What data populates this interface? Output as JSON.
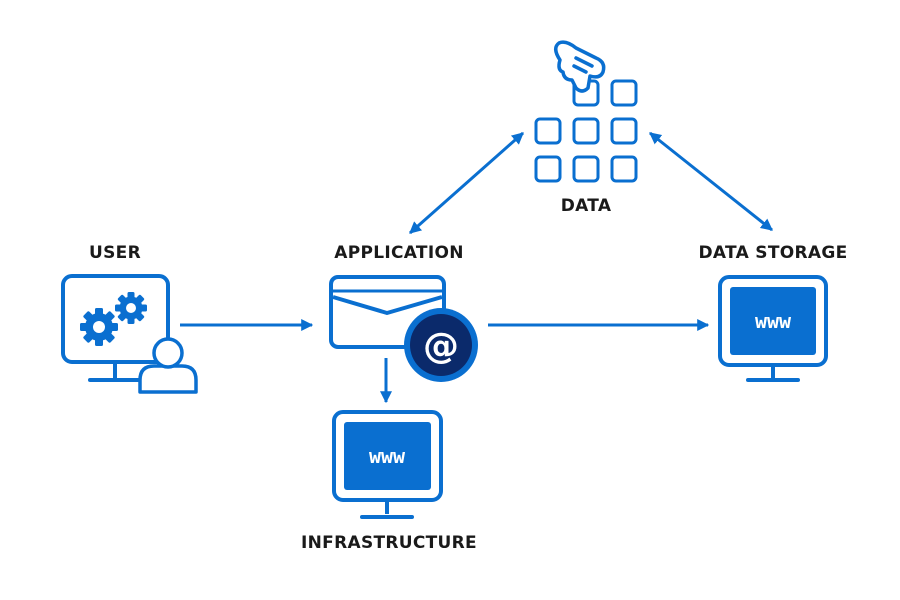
{
  "nodes": {
    "user": {
      "label": "USER"
    },
    "application": {
      "label": "APPLICATION"
    },
    "data": {
      "label": "DATA"
    },
    "data_storage": {
      "label": "DATA STORAGE",
      "screen_text": "www"
    },
    "infrastructure": {
      "label": "INFRASTRUCTURE",
      "screen_text": "www"
    }
  },
  "icons": {
    "at_symbol": "@"
  },
  "colors": {
    "primary": "#0a6fd0",
    "dark_navy": "#0b2a6b",
    "background": "#ffffff"
  }
}
